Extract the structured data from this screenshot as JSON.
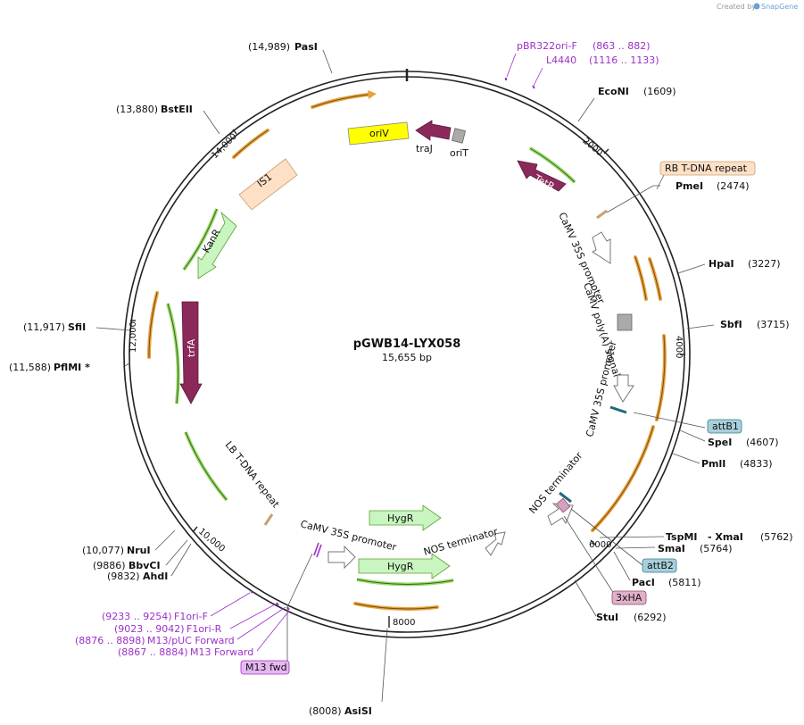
{
  "plasmid": {
    "name": "pGWB14-LYX058",
    "length": "15,655 bp"
  },
  "credit": {
    "text": "Created by",
    "brand": "SnapGene"
  },
  "ticks": [
    "2000",
    "4000",
    "6000",
    "8000",
    "10,000",
    "12,000",
    "14,000"
  ],
  "sites": [
    {
      "name": "PasI",
      "pos": "(14,989)"
    },
    {
      "name": "BstEII",
      "pos": "(13,880)"
    },
    {
      "name": "SfiI",
      "pos": "(11,917)"
    },
    {
      "name": "PflMI *",
      "pos": "(11,588)"
    },
    {
      "name": "NruI",
      "pos": "(10,077)"
    },
    {
      "name": "BbvCI",
      "pos": "(9886)"
    },
    {
      "name": "AhdI",
      "pos": "(9832)"
    },
    {
      "name": "AsiSI",
      "pos": "(8008)"
    },
    {
      "name": "EcoNI",
      "pos": "(1609)"
    },
    {
      "name": "PmeI",
      "pos": "(2474)"
    },
    {
      "name": "HpaI",
      "pos": "(3227)"
    },
    {
      "name": "SbfI",
      "pos": "(3715)"
    },
    {
      "name": "SpeI",
      "pos": "(4607)"
    },
    {
      "name": "PmlI",
      "pos": "(4833)"
    },
    {
      "name": "TspMI",
      "pos": "(5762)"
    },
    {
      "name": "- XmaI",
      "pos": ""
    },
    {
      "name": "SmaI",
      "pos": "(5764)"
    },
    {
      "name": "PacI",
      "pos": "(5811)"
    },
    {
      "name": "StuI",
      "pos": "(6292)"
    }
  ],
  "primers": [
    {
      "name": "pBR322ori-F",
      "pos": "(863 .. 882)"
    },
    {
      "name": "L4440",
      "pos": "(1116 .. 1133)"
    },
    {
      "name": "F1ori-F",
      "pos": "(9233 .. 9254)"
    },
    {
      "name": "F1ori-R",
      "pos": "(9023 .. 9042)"
    },
    {
      "name": "M13/pUC Forward",
      "pos": "(8876 .. 8898)"
    },
    {
      "name": "M13 Forward",
      "pos": "(8867 .. 8884)"
    }
  ],
  "boxed_labels": {
    "rb": "RB T-DNA repeat",
    "attb1": "attB1",
    "attb2": "attB2",
    "ha": "3xHA",
    "m13": "M13 fwd"
  },
  "features": {
    "oriV": "oriV",
    "traJ": "traJ",
    "oriT": "oriT",
    "tetR": "TetR",
    "is1": "IS1",
    "kanR": "KanR",
    "trfA": "trfA",
    "hygR1": "HygR",
    "hygR2": "HygR",
    "camv_promoter_1": "CaMV 35S promoter",
    "camv_polya": "CaMV poly(A) signal",
    "camv_promoter_2": "CaMV 35S promoter",
    "nos_term_1": "NOS terminator",
    "nos_term_2": "NOS terminator",
    "camv_promoter_3": "CaMV 35S promoter",
    "lb": "LB T-DNA repeat"
  },
  "colors": {
    "oriV": "#ffff00",
    "trfA": "#8b2a5a",
    "tetR": "#8b2a5a",
    "traJ": "#8b2a5a",
    "kanR": "#c9f5c0",
    "hygR": "#c9f5c0",
    "is1": "#fde0c6",
    "orf_orange": "#e6a23c",
    "orf_green": "#5aa02c",
    "primer": "#9b30c8",
    "attb": "#a8d0dc",
    "ha": "#e0b0c8",
    "rb_box": "#fde0c6"
  }
}
